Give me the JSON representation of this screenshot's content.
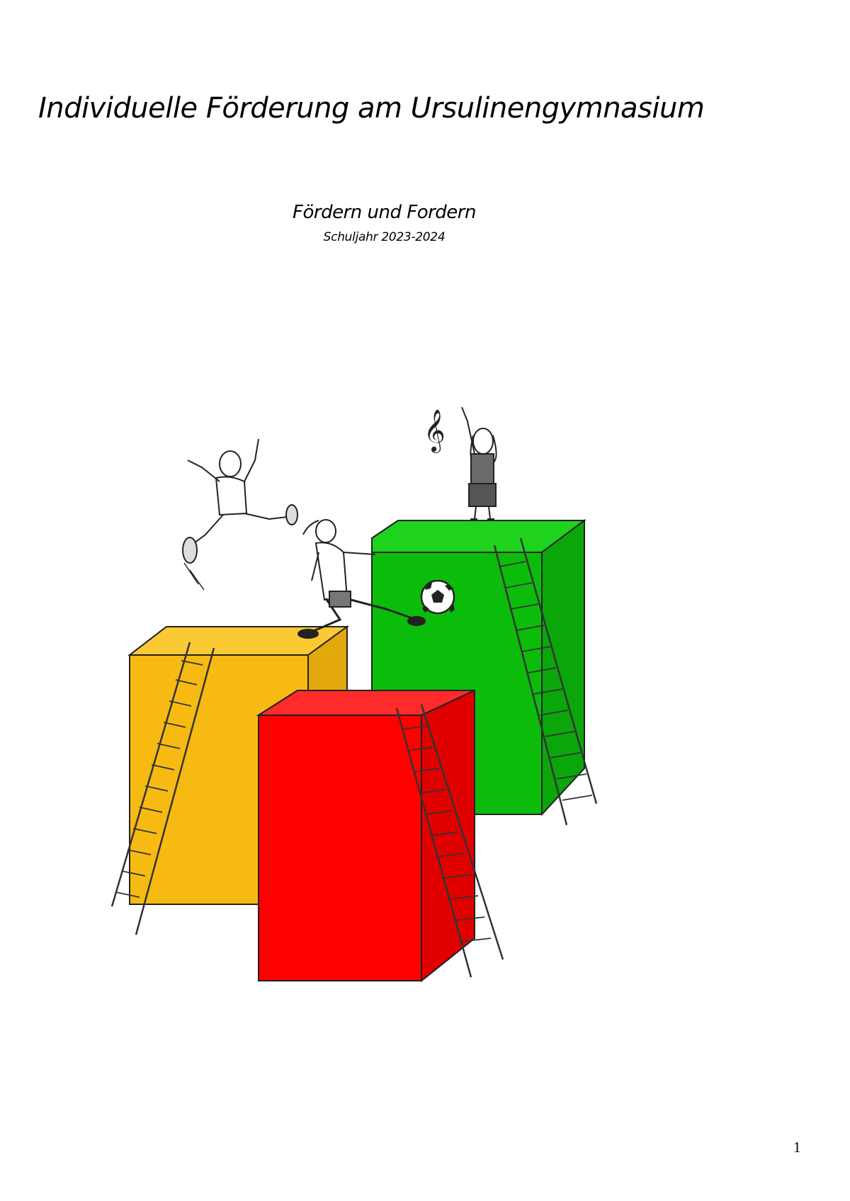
{
  "document": {
    "title": "Individuelle Förderung am Ursulinengymnasium",
    "subtitle": "Fördern und Fordern",
    "school_year": "Schuljahr 2023-2024",
    "page_number": "1"
  },
  "illustration": {
    "description_icons": [
      "treble-clef-icon",
      "soccer-ball-icon",
      "ladder-icon"
    ],
    "colors": {
      "orange_block": "#F7BA12",
      "green_block": "#0BBC0B",
      "red_block": "#FE0000",
      "outline": "#222222"
    }
  }
}
